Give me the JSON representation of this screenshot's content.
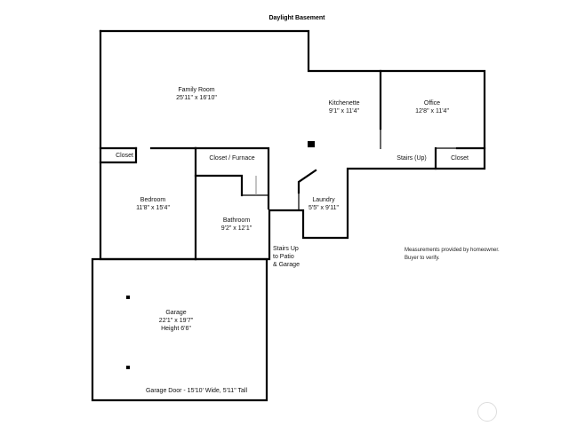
{
  "title": "Daylight Basement",
  "rooms": {
    "family_room": {
      "name": "Family Room",
      "size": "25'11\" x 16'10\""
    },
    "kitchenette": {
      "name": "Kitchenette",
      "size": "9'1\" x 11'4\""
    },
    "office": {
      "name": "Office",
      "size": "12'8\" x 11'4\""
    },
    "closet_left": {
      "name": "Closet"
    },
    "closet_furnace": {
      "name": "Closet / Furnace"
    },
    "stairs_up": {
      "name": "Stairs (Up)"
    },
    "closet_right": {
      "name": "Closet"
    },
    "bedroom": {
      "name": "Bedroom",
      "size": "11'8\" x 15'4\""
    },
    "laundry": {
      "name": "Laundry",
      "size": "5'5\" x 9'11\""
    },
    "bathroom": {
      "name": "Bathroom",
      "size": "9'2\" x 12'1\""
    },
    "stairs_patio": {
      "line1": "Stairs Up",
      "line2": "to Patio",
      "line3": "& Garage"
    },
    "garage": {
      "name": "Garage",
      "size": "22'1\" x 19'7\"",
      "height": "Height 6'6\""
    },
    "garage_door": {
      "name": "Garage Door - 15'10' Wide, 5'11\" Tall"
    }
  },
  "note": {
    "line1": "Measurements provided by homeowner.",
    "line2": "Buyer to verify."
  }
}
